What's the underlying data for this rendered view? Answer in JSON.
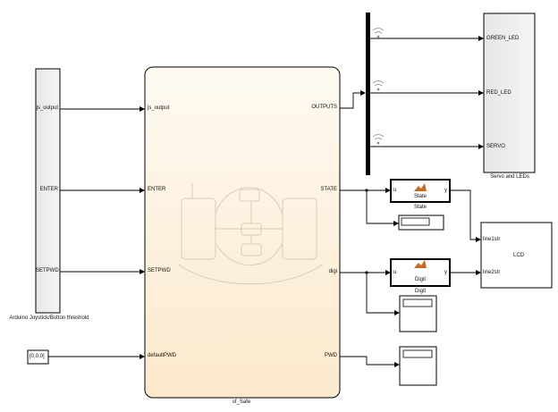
{
  "blocks": {
    "arduino": {
      "caption": "Arduino Joystick/Button threshold",
      "ports": [
        "js_output",
        "ENTER",
        "SETPWD"
      ]
    },
    "chart": {
      "caption": "sf_Safe",
      "inputs": [
        "js_output",
        "ENTER",
        "SETPWD",
        "defaultPWD"
      ],
      "outputs": [
        "OUTPUTS",
        "STATE",
        "digi",
        "PWD"
      ]
    },
    "constant": {
      "value": "[0,0,0]"
    },
    "servo": {
      "caption": "Servo and LEDs",
      "ports": [
        "GREEN_LED",
        "RED_LED",
        "SERVO"
      ]
    },
    "state_fn": {
      "caption": "State",
      "in_port": "u",
      "out_port": "y",
      "title": "State"
    },
    "digit_fn": {
      "caption": "Digit",
      "in_port": "u",
      "out_port": "y",
      "title": "Digit"
    },
    "lcd": {
      "title": "LCD",
      "ports": [
        "line1str",
        "line2str"
      ]
    }
  },
  "colors": {
    "chart_fill_top": "#fefaf2",
    "chart_fill_bottom": "#fbecd2",
    "block_fill": "#efefef",
    "stroke": "#000000",
    "fn_icon": "#c86a1e"
  }
}
